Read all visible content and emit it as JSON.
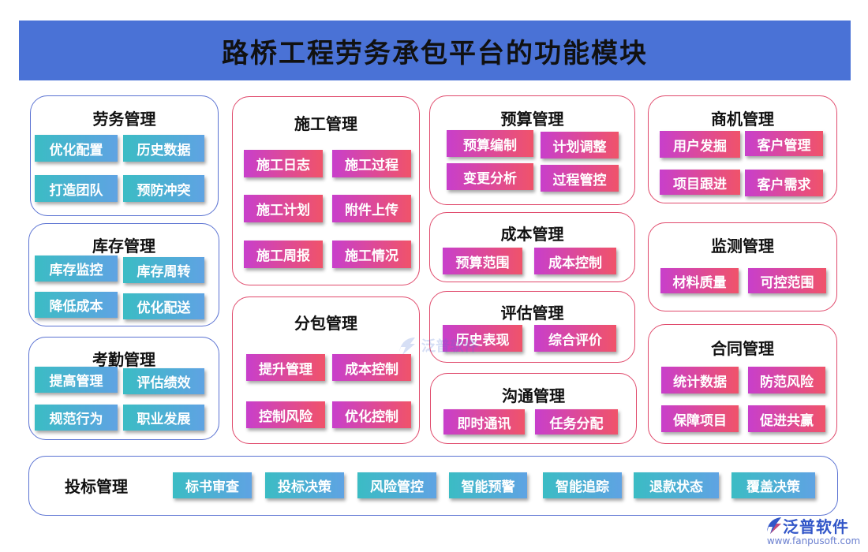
{
  "title": "路桥工程劳务承包平台的功能模块",
  "colors": {
    "banner": "#4a72d6",
    "blue_border": "#5a72d2",
    "red_border": "#e04a6c",
    "teal_gradient": [
      "#3bbcc4",
      "#5fa3e3"
    ],
    "pink_gradient": [
      "#c83fcb",
      "#f0536a"
    ]
  },
  "modules": {
    "labor": {
      "title": "劳务管理",
      "items": [
        "优化配置",
        "历史数据",
        "打造团队",
        "预防冲突"
      ]
    },
    "inventory": {
      "title": "库存管理",
      "items": [
        "库存监控",
        "库存周转",
        "降低成本",
        "优化配送"
      ]
    },
    "attendance": {
      "title": "考勤管理",
      "items": [
        "提高管理",
        "评估绩效",
        "规范行为",
        "职业发展"
      ]
    },
    "construction": {
      "title": "施工管理",
      "items": [
        "施工日志",
        "施工过程",
        "施工计划",
        "附件上传",
        "施工周报",
        "施工情况"
      ]
    },
    "subcontract": {
      "title": "分包管理",
      "items": [
        "提升管理",
        "成本控制",
        "控制风险",
        "优化控制"
      ]
    },
    "budget": {
      "title": "预算管理",
      "items": [
        "预算编制",
        "计划调整",
        "变更分析",
        "过程管控"
      ]
    },
    "cost": {
      "title": "成本管理",
      "items": [
        "预算范围",
        "成本控制"
      ]
    },
    "evaluation": {
      "title": "评估管理",
      "items": [
        "历史表现",
        "综合评价"
      ]
    },
    "communication": {
      "title": "沟通管理",
      "items": [
        "即时通讯",
        "任务分配"
      ]
    },
    "business": {
      "title": "商机管理",
      "items": [
        "用户发掘",
        "客户管理",
        "项目跟进",
        "客户需求"
      ]
    },
    "monitoring": {
      "title": "监测管理",
      "items": [
        "材料质量",
        "可控范围"
      ]
    },
    "contract": {
      "title": "合同管理",
      "items": [
        "统计数据",
        "防范风险",
        "保障项目",
        "促进共赢"
      ]
    },
    "bidding": {
      "title": "投标管理",
      "items": [
        "标书审查",
        "投标决策",
        "风险管控",
        "智能预警",
        "智能追踪",
        "退款状态",
        "覆盖决策"
      ]
    }
  },
  "watermark": {
    "text": "泛普软件",
    "icon": "fanpu-logo-icon"
  },
  "logo": {
    "name": "泛普软件",
    "url": "www.fanpusoft.com",
    "icon": "fanpu-logo-icon"
  }
}
